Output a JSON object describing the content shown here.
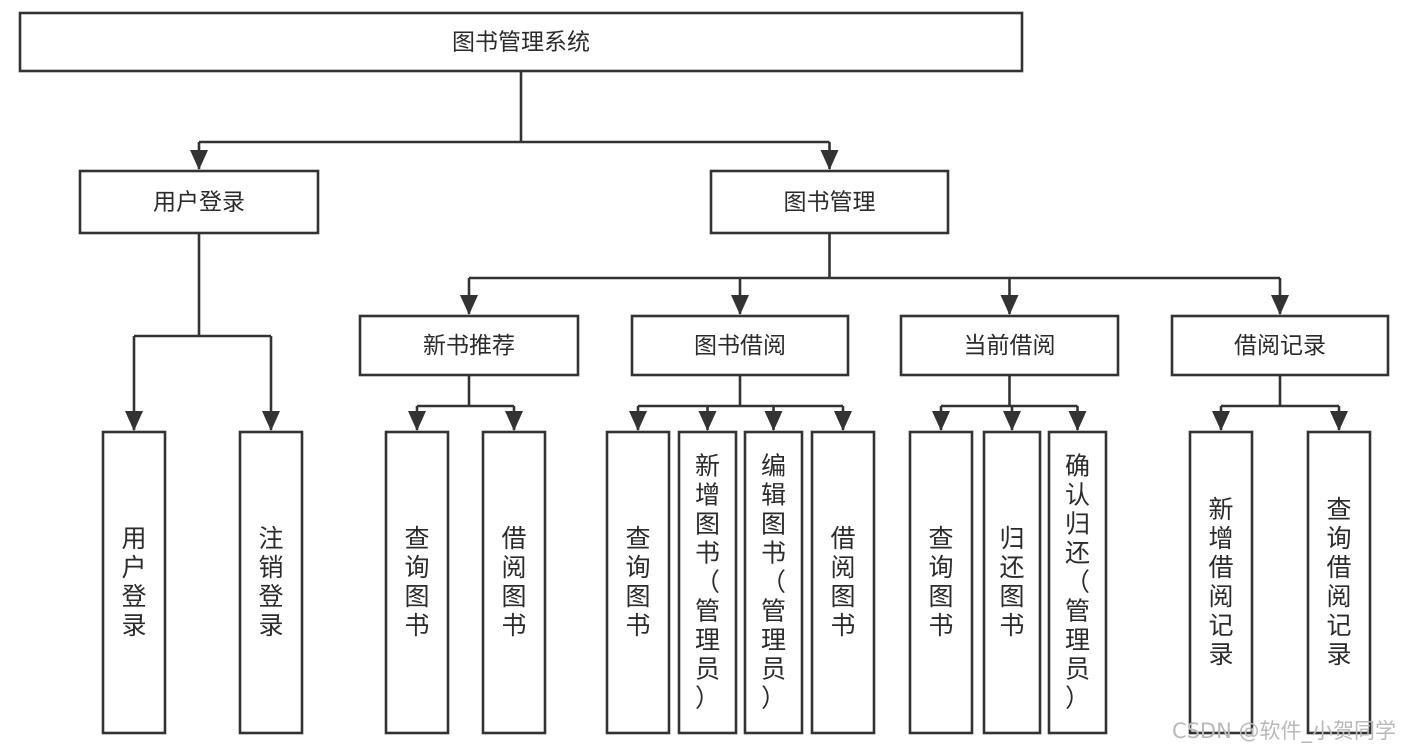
{
  "diagram": {
    "type": "tree-hierarchy",
    "title": "图书管理系统",
    "root": {
      "id": "root",
      "label": "图书管理系统",
      "orientation": "horizontal"
    },
    "level2": [
      {
        "id": "user-login",
        "label": "用户登录",
        "orientation": "horizontal"
      },
      {
        "id": "book-management",
        "label": "图书管理",
        "orientation": "horizontal"
      }
    ],
    "level3": [
      {
        "id": "new-book-recommend",
        "label": "新书推荐",
        "orientation": "horizontal",
        "parent": "book-management"
      },
      {
        "id": "book-borrow",
        "label": "图书借阅",
        "orientation": "horizontal",
        "parent": "book-management"
      },
      {
        "id": "current-borrow",
        "label": "当前借阅",
        "orientation": "horizontal",
        "parent": "book-management"
      },
      {
        "id": "borrow-record",
        "label": "借阅记录",
        "orientation": "horizontal",
        "parent": "book-management"
      }
    ],
    "leaves": [
      {
        "id": "leaf-user-login",
        "label": "用户登录",
        "orientation": "vertical",
        "parent": "user-login"
      },
      {
        "id": "leaf-user-logout",
        "label": "注销登录",
        "orientation": "vertical",
        "parent": "user-login"
      },
      {
        "id": "leaf-query-book-1",
        "label": "查询图书",
        "orientation": "vertical",
        "parent": "new-book-recommend"
      },
      {
        "id": "leaf-borrow-book-1",
        "label": "借阅图书",
        "orientation": "vertical",
        "parent": "new-book-recommend"
      },
      {
        "id": "leaf-query-book-2",
        "label": "查询图书",
        "orientation": "vertical",
        "parent": "book-borrow"
      },
      {
        "id": "leaf-add-book",
        "label": "新增图书（管理员）",
        "orientation": "vertical",
        "parent": "book-borrow"
      },
      {
        "id": "leaf-edit-book",
        "label": "编辑图书（管理员）",
        "orientation": "vertical",
        "parent": "book-borrow"
      },
      {
        "id": "leaf-borrow-book-2",
        "label": "借阅图书",
        "orientation": "vertical",
        "parent": "book-borrow"
      },
      {
        "id": "leaf-query-book-3",
        "label": "查询图书",
        "orientation": "vertical",
        "parent": "current-borrow"
      },
      {
        "id": "leaf-return-book",
        "label": "归还图书",
        "orientation": "vertical",
        "parent": "current-borrow"
      },
      {
        "id": "leaf-confirm-return",
        "label": "确认归还（管理员）",
        "orientation": "vertical",
        "parent": "current-borrow"
      },
      {
        "id": "leaf-add-record",
        "label": "新增借阅记录",
        "orientation": "vertical",
        "parent": "borrow-record"
      },
      {
        "id": "leaf-query-record",
        "label": "查询借阅记录",
        "orientation": "vertical",
        "parent": "borrow-record"
      }
    ],
    "colors": {
      "box_border": "#333333",
      "box_fill": "#ffffff",
      "text": "#2b2b2b",
      "connector": "#333333",
      "watermark": "#b9b9b9",
      "background": "#ffffff"
    }
  },
  "watermark": {
    "text": "CSDN @软件_小贺同学"
  }
}
